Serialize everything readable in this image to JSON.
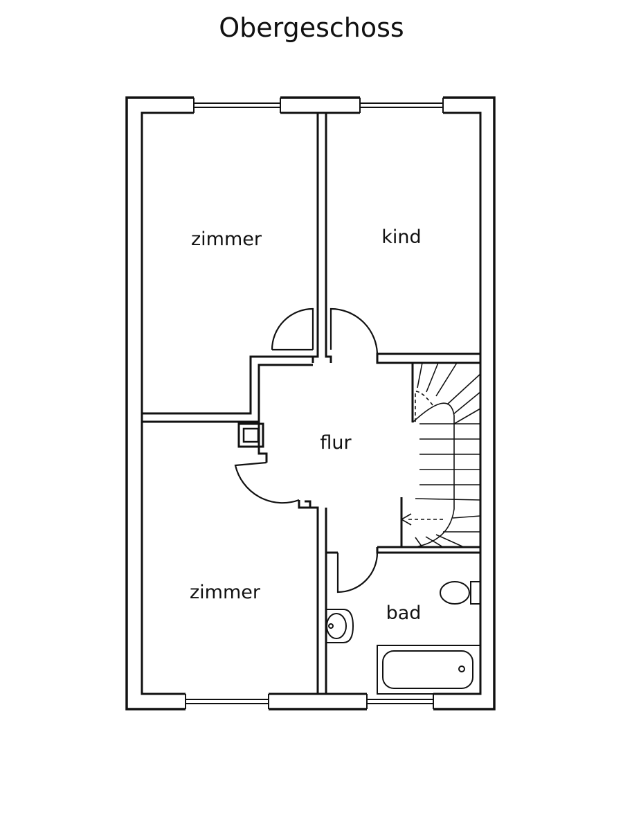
{
  "title": "Obergeschoss",
  "rooms": {
    "zimmer_top": "zimmer",
    "kind": "kind",
    "flur": "flur",
    "zimmer_bottom": "zimmer",
    "bad": "bad"
  },
  "colors": {
    "line": "#111111",
    "background": "#ffffff"
  }
}
